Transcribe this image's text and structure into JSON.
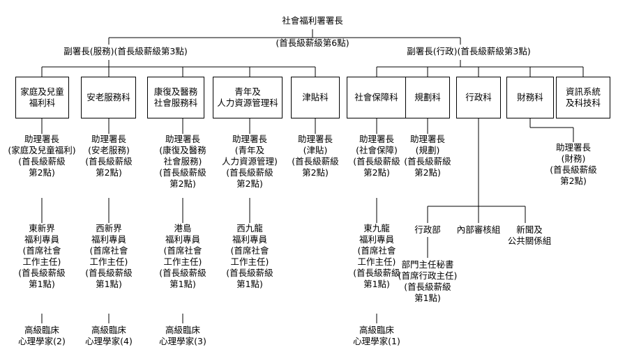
{
  "chart_data": {
    "type": "diagram",
    "title": "社會福利署組織圖",
    "orientation": "top-down",
    "levels": [
      "署長",
      "副署長",
      "科",
      "助理署長",
      "福利專員 / 部組",
      "高級臨床心理學家"
    ]
  },
  "root": {
    "line1": "社會福利署署長",
    "line2": "(首長級薪級第6點)"
  },
  "deputies": [
    {
      "label": "副署長(服務)(首長級薪級第3點)"
    },
    {
      "label": "副署長(行政)(首長級薪級第3點)"
    }
  ],
  "branches": [
    {
      "box": "家庭及兒童\n福利科",
      "assistant": "助理署長\n(家庭及兒童福利)\n(首長級薪級\n第2點)",
      "officer": "東新界\n福利專員\n(首席社會\n工作主任)\n(首長級薪級\n第1點)",
      "psychologist": "高級臨床\n心理學家(2)"
    },
    {
      "box": "安老服務科",
      "assistant": "助理署長\n(安老服務)\n(首長級薪級\n第2點)",
      "officer": "西新界\n福利專員\n(首席社會\n工作主任)\n(首長級薪級\n第1點)",
      "psychologist": "高級臨床\n心理學家(4)"
    },
    {
      "box": "康復及醫務\n社會服務科",
      "assistant": "助理署長\n(康復及醫務\n社會服務)\n(首長級薪級\n第2點)",
      "officer": "港島\n福利專員\n(首席社會\n工作主任)\n(首長級薪級\n第1點)",
      "psychologist": "高級臨床\n心理學家(3)"
    },
    {
      "box": "青年及\n人力資源管理科",
      "assistant": "助理署長\n(青年及\n人力資源管理)\n(首長級薪級\n第2點)",
      "officer": "西九龍\n福利專員\n(首席社會\n工作主任)\n(首長級薪級\n第1點)",
      "psychologist": null
    },
    {
      "box": "津貼科",
      "assistant": "助理署長\n(津貼)\n(首長級薪級\n第2點)",
      "officer": null,
      "psychologist": null
    },
    {
      "box": "社會保障科",
      "assistant": "助理署長\n(社會保障)\n(首長級薪級\n第2點)",
      "officer": "東九龍\n福利專員\n(首席社會\n工作主任)\n(首長級薪級\n第1點)",
      "psychologist": "高級臨床\n心理學家(1)"
    },
    {
      "box": "規劃科",
      "assistant": "助理署長\n(規劃)\n(首長級薪級\n第2點)",
      "officer": null,
      "psychologist": null
    },
    {
      "box": "行政科",
      "assistant": null,
      "officer": null,
      "psychologist": null
    },
    {
      "box": "財務科",
      "assistant": null,
      "officer": null,
      "psychologist": null
    },
    {
      "box": "資訊系統\n及科技科",
      "assistant": null,
      "officer": null,
      "psychologist": null
    }
  ],
  "finance_assistant": "助理署長\n(財務)\n(首長級薪級\n第2點)",
  "admin_units": [
    {
      "label": "行政部",
      "sub": "部門主任秘書\n(首席行政主任)\n(首長級薪級\n第1點)"
    },
    {
      "label": "內部審核組",
      "sub": null
    },
    {
      "label": "新聞及\n公共關係組",
      "sub": null
    }
  ]
}
